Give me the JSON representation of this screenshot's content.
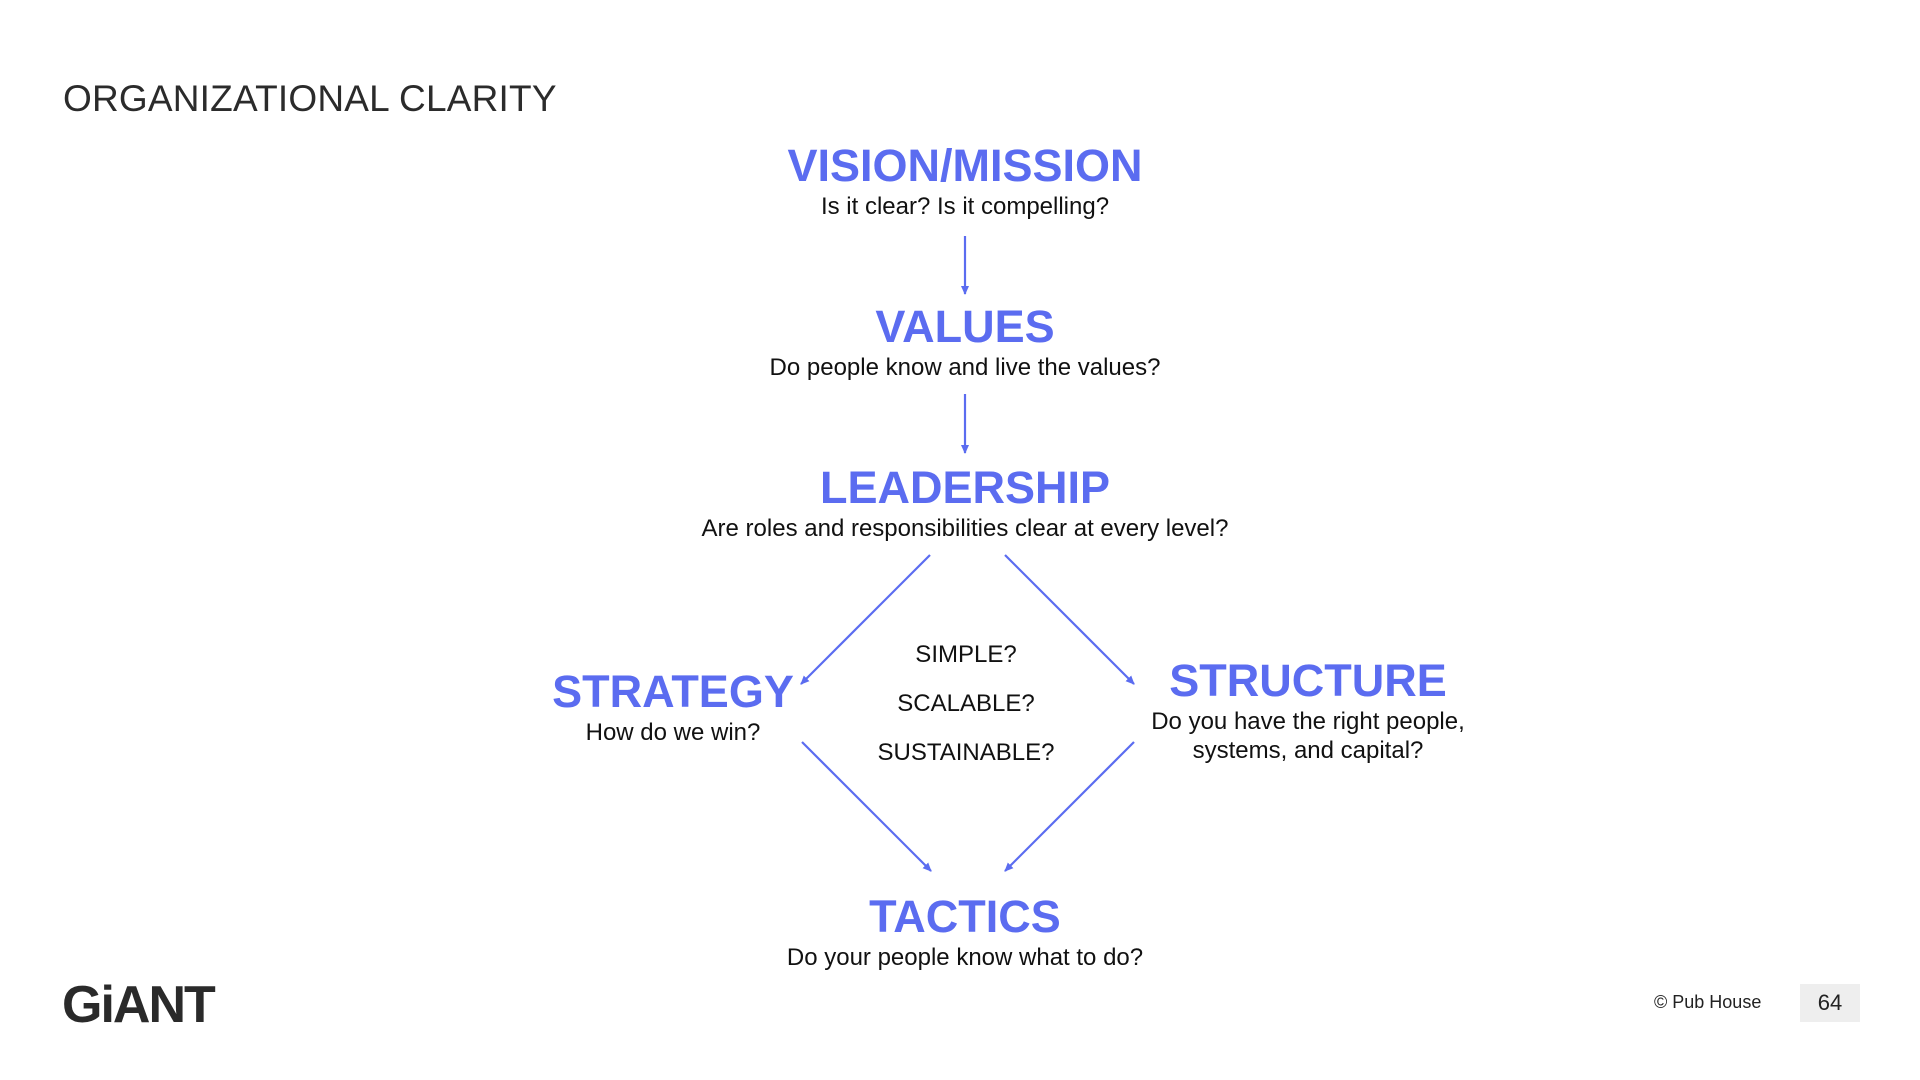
{
  "slide": {
    "title": "ORGANIZATIONAL CLARITY",
    "logo_text": "GiANT",
    "copyright": "© Pub House",
    "page_number": "64"
  },
  "diagram": {
    "accent_color": "#5b6cf0",
    "nodes": [
      {
        "id": "vision",
        "heading": "VISION/MISSION",
        "question": "Is it clear? Is it compelling?"
      },
      {
        "id": "values",
        "heading": "VALUES",
        "question": "Do people know and live the values?"
      },
      {
        "id": "leadership",
        "heading": "LEADERSHIP",
        "question": "Are roles and responsibilities clear at every level?"
      },
      {
        "id": "strategy",
        "heading": "STRATEGY",
        "question": "How do we win?"
      },
      {
        "id": "structure",
        "heading": "STRUCTURE",
        "question": "Do you have the right people,\nsystems, and capital?"
      },
      {
        "id": "tactics",
        "heading": "TACTICS",
        "question": "Do your people know what to do?"
      }
    ],
    "criteria": [
      "SIMPLE?",
      "SCALABLE?",
      "SUSTAINABLE?"
    ],
    "edges": [
      {
        "from": "vision",
        "to": "values"
      },
      {
        "from": "values",
        "to": "leadership"
      },
      {
        "from": "leadership",
        "to": "strategy"
      },
      {
        "from": "leadership",
        "to": "structure"
      },
      {
        "from": "strategy",
        "to": "tactics"
      },
      {
        "from": "structure",
        "to": "tactics"
      }
    ]
  }
}
